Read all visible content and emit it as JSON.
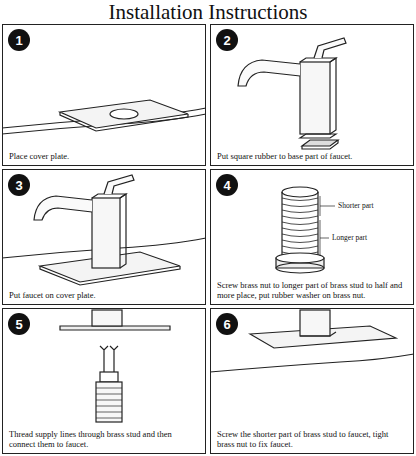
{
  "diagram": {
    "title": "Installation Instructions",
    "nodes": [
      {
        "text": [
          "Place cover plate."
        ]
      },
      {
        "text": [
          "1"
        ],
        "in": 0
      },
      {
        "text": [
          "Put square rubber to base part of faucet."
        ]
      },
      {
        "text": [
          "2"
        ],
        "in": 2
      },
      {
        "text": [
          "Put faucet on cover plate."
        ]
      },
      {
        "text": [
          "3"
        ],
        "in": 4
      },
      {
        "text": [
          "Screw brass nut to longer part of brass stud to half and more place, put rubber washer on brass nut."
        ]
      },
      {
        "text": [
          "4"
        ],
        "in": 6
      },
      {
        "text": [
          "Thread supply lines through brass stud and then connect them to faucet."
        ]
      },
      {
        "text": [
          "5"
        ],
        "in": 8
      },
      {
        "text": [
          "Screw the shorter part of brass stud to faucet, tight brass nut to fix faucet."
        ]
      },
      {
        "text": [
          "6"
        ],
        "in": 10
      }
    ],
    "labels": [
      "Shorter part",
      "Longer part"
    ]
  }
}
